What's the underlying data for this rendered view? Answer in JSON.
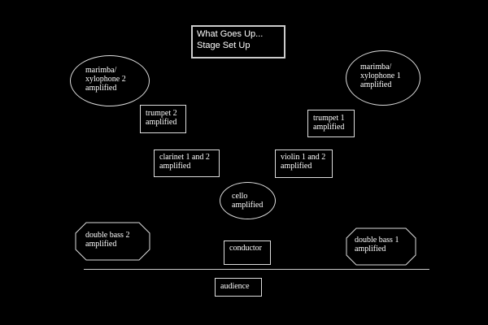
{
  "title": {
    "line1": "What Goes Up...",
    "line2": "Stage Set Up"
  },
  "nodes": {
    "marimba2": [
      "marimba/",
      "xylophone 2",
      "amplified"
    ],
    "marimba1": [
      "marimba/",
      "xylophone 1",
      "amplified"
    ],
    "trumpet2": [
      "trumpet 2",
      "amplified"
    ],
    "trumpet1": [
      "trumpet 1",
      "amplified"
    ],
    "clarinet": [
      "clarinet 1 and 2",
      "amplified"
    ],
    "violin": [
      "violin 1 and 2",
      "amplified"
    ],
    "cello": [
      "cello",
      "amplified"
    ],
    "bass2": [
      "double bass 2",
      "amplified"
    ],
    "bass1": [
      "double bass 1",
      "amplified"
    ],
    "conductor": "conductor",
    "audience": "audience"
  }
}
